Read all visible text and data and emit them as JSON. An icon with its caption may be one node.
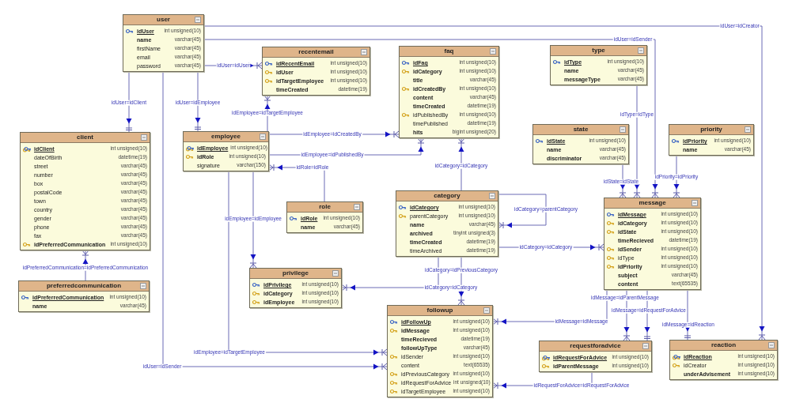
{
  "diagram": {
    "nodes": [
      {
        "text": [
          "user",
          "idUser",
          "int unsigned(10)",
          "name",
          "varchar(45)",
          "firstName",
          "varchar(45)",
          "email",
          "varchar(45)",
          "password",
          "varchar(45)"
        ]
      },
      {
        "text": [
          "recentemail",
          "idRecentEmail",
          "int unsigned(10)",
          "idUser",
          "int unsigned(10)",
          "idTargetEmployee",
          "int unsigned(10)",
          "timeCreated",
          "datetime(19)"
        ]
      },
      {
        "text": [
          "faq",
          "idFaq",
          "int unsigned(10)",
          "idCategory",
          "int unsigned(10)",
          "title",
          "varchar(45)",
          "idCreatedBy",
          "int unsigned(10)",
          "content",
          "varchar(45)",
          "timeCreated",
          "datetime(19)",
          "idPublishedBy",
          "int unsigned(10)",
          "timePublished",
          "datetime(19)",
          "hits",
          "bigint unsigned(20)"
        ]
      },
      {
        "text": [
          "type",
          "idType",
          "int unsigned(10)",
          "name",
          "varchar(45)",
          "messageType",
          "varchar(45)"
        ]
      },
      {
        "text": [
          "client",
          "idClient",
          "int unsigned(10)",
          "dateOfBirth",
          "datetime(19)",
          "street",
          "varchar(45)",
          "number",
          "varchar(45)",
          "box",
          "varchar(45)",
          "postalCode",
          "varchar(45)",
          "town",
          "varchar(45)",
          "country",
          "varchar(45)",
          "gender",
          "varchar(45)",
          "phone",
          "varchar(45)",
          "fax",
          "varchar(45)",
          "idPreferredCommunication",
          "int unsigned(10)"
        ]
      },
      {
        "text": [
          "employee",
          "idEmployee",
          "int unsigned(10)",
          "idRole",
          "int unsigned(10)",
          "signature",
          "varchar(150)"
        ]
      },
      {
        "text": [
          "state",
          "idState",
          "int unsigned(10)",
          "name",
          "varchar(45)",
          "discriminator",
          "varchar(45)"
        ]
      },
      {
        "text": [
          "priority",
          "idPriority",
          "int unsigned(10)",
          "name",
          "varchar(45)"
        ]
      },
      {
        "text": [
          "role",
          "idRole",
          "int unsigned(10)",
          "name",
          "varchar(45)"
        ]
      },
      {
        "text": [
          "category",
          "idCategory",
          "int unsigned(10)",
          "parentCategory",
          "int unsigned(10)",
          "name",
          "varchar(45)",
          "archived",
          "tinyint unsigned(3)",
          "timeCreated",
          "datetime(19)",
          "timeArchived",
          "datetime(19)"
        ]
      },
      {
        "text": [
          "message",
          "idMessage",
          "int unsigned(10)",
          "idCategory",
          "int unsigned(10)",
          "idState",
          "int unsigned(10)",
          "timeRecieved",
          "datetime(19)",
          "idSender",
          "int unsigned(10)",
          "idType",
          "int unsigned(10)",
          "idPriority",
          "int unsigned(10)",
          "subject",
          "varchar(45)",
          "content",
          "text(65535)"
        ]
      },
      {
        "text": [
          "preferredcommunication",
          "idPreferredCommunication",
          "int unsigned(10)",
          "name",
          "varchar(45)"
        ]
      },
      {
        "text": [
          "privilege",
          "idPrivilege",
          "int unsigned(10)",
          "idCategory",
          "int unsigned(10)",
          "idEmployee",
          "int unsigned(10)"
        ]
      },
      {
        "text": [
          "followup",
          "idFollowUp",
          "int unsigned(10)",
          "idMessage",
          "int unsigned(10)",
          "timeRecieved",
          "datetime(19)",
          "followUpType",
          "varchar(45)",
          "idSender",
          "int unsigned(10)",
          "content",
          "text(65535)",
          "idPreviousCategory",
          "int unsigned(10)",
          "idRequestForAdvice",
          "int unsigned(10)",
          "idTargetEmployee",
          "int unsigned(10)"
        ]
      },
      {
        "text": [
          "requestforadvice",
          "idRequestForAdvice",
          "int unsigned(10)",
          "idParentMessage",
          "int unsigned(10)"
        ]
      },
      {
        "text": [
          "reaction",
          "idReaction",
          "int unsigned(10)",
          "idCreator",
          "int unsigned(10)",
          "underAdvisement",
          "int unsigned(10)"
        ]
      }
    ],
    "edges": [
      {
        "from": 0,
        "to": 4,
        "arrow": "to",
        "label": "idUser=idClient"
      },
      {
        "from": 0,
        "to": 5,
        "arrow": "to",
        "label": "idUser=idEmployee"
      },
      {
        "from": 0,
        "to": 1,
        "arrow": "to",
        "label": "idUser=idUser"
      },
      {
        "from": 0,
        "to": 10,
        "arrow": "to",
        "label": "idUser=idSender"
      },
      {
        "from": 0,
        "to": 15,
        "arrow": "to",
        "label": "idUser=idCreator"
      },
      {
        "from": 0,
        "to": 13,
        "arrow": "to",
        "label": "idUser=idSender"
      },
      {
        "from": 5,
        "to": 1,
        "arrow": "to",
        "label": "idEmployee=idTargetEmployee"
      },
      {
        "from": 5,
        "to": 2,
        "arrow": "to",
        "label": "idEmployee=idCreatedBy"
      },
      {
        "from": 5,
        "to": 2,
        "arrow": "to",
        "label": "idEmployee=idPublishedBy"
      },
      {
        "from": 8,
        "to": 5,
        "arrow": "to",
        "label": "idRole=idRole"
      },
      {
        "from": 5,
        "to": 12,
        "arrow": "to",
        "label": "idEmployee=idEmployee"
      },
      {
        "from": 5,
        "to": 13,
        "arrow": "to",
        "label": "idEmployee=idTargetEmployee"
      },
      {
        "from": 9,
        "to": 2,
        "arrow": "to",
        "label": "idCategory=idCategory"
      },
      {
        "from": 9,
        "to": 9,
        "arrow": "to",
        "label": "idCategory=parentCategory"
      },
      {
        "from": 9,
        "to": 10,
        "arrow": "to",
        "label": "idCategory=idCategory"
      },
      {
        "from": 9,
        "to": 12,
        "arrow": "to",
        "label": "idCategory=idCategory"
      },
      {
        "from": 9,
        "to": 13,
        "arrow": "to",
        "label": "idCategory=idPreviousCategory"
      },
      {
        "from": 6,
        "to": 10,
        "arrow": "to",
        "label": "idState=idState"
      },
      {
        "from": 3,
        "to": 10,
        "arrow": "to",
        "label": "idType=idType"
      },
      {
        "from": 7,
        "to": 10,
        "arrow": "to",
        "label": "idPriority=idPriority"
      },
      {
        "from": 10,
        "to": 13,
        "arrow": "to",
        "label": "idMessage=idMessage"
      },
      {
        "from": 10,
        "to": 14,
        "arrow": "to",
        "label": "idMessage=idParentMessage"
      },
      {
        "from": 10,
        "to": 14,
        "arrow": "to",
        "label": "idMessage=idRequestForAdvice"
      },
      {
        "from": 10,
        "to": 15,
        "arrow": "to",
        "label": "idMessage=idReaction"
      },
      {
        "from": 14,
        "to": 13,
        "arrow": "to",
        "label": "idRequestForAdvice=idRequestForAdvice"
      },
      {
        "from": 11,
        "to": 4,
        "arrow": "to",
        "label": "idPreferredCommunication=idPreferredCommunication"
      }
    ]
  }
}
